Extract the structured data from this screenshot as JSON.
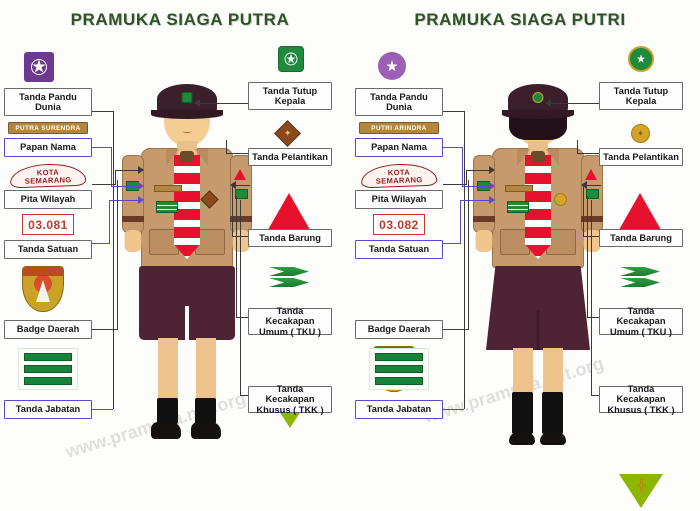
{
  "panels": [
    {
      "title": "PRAMUKA SIAGA PUTRA",
      "name_tag": "PUTRA SURENDRA",
      "region_tag": "KOTA SEMARANG",
      "unit_number": "03.081",
      "labels": {
        "pandu_dunia": "Tanda Pandu Dunia",
        "papan_nama": "Papan Nama",
        "pita_wilayah": "Pita Wilayah",
        "tanda_satuan": "Tanda Satuan",
        "badge_daerah": "Badge Daerah",
        "tanda_jabatan": "Tanda Jabatan",
        "tutup_kepala": "Tanda Tutup Kepala",
        "pelantikan": "Tanda Pelantikan",
        "barung": "Tanda Barung",
        "tku": "Tanda Kecakapan Umum ( TKU )",
        "tkk": "Tanda Kecakapan Khusus ( TKK )"
      }
    },
    {
      "title": "PRAMUKA SIAGA PUTRI",
      "name_tag": "PUTRI ARINDRA",
      "region_tag": "KOTA SEMARANG",
      "unit_number": "03.082",
      "labels": {
        "pandu_dunia": "Tanda Pandu Dunia",
        "papan_nama": "Papan Nama",
        "pita_wilayah": "Pita Wilayah",
        "tanda_satuan": "Tanda Satuan",
        "badge_daerah": "Badge Daerah",
        "tanda_jabatan": "Tanda Jabatan",
        "tutup_kepala": "Tanda Tutup Kepala",
        "pelantikan": "Tanda Pelantikan",
        "barung": "Tanda Barung",
        "tku": "Tanda Kecakapan Umum ( TKU )",
        "tkk": "Tanda Kecakapan Khusus ( TKK )"
      }
    }
  ],
  "watermark": "www.pramuka.net.org",
  "colors": {
    "title": "#2f5227",
    "uniform": "#c69a6d",
    "shorts": "#4e2334",
    "cap": "#3b1f2b",
    "scarf_red": "#e8112d",
    "badge_green": "#1f8a3c",
    "barung_red": "#e8112d",
    "connector_gray": "#3a3a3a",
    "connector_purple": "#5b49c8"
  }
}
